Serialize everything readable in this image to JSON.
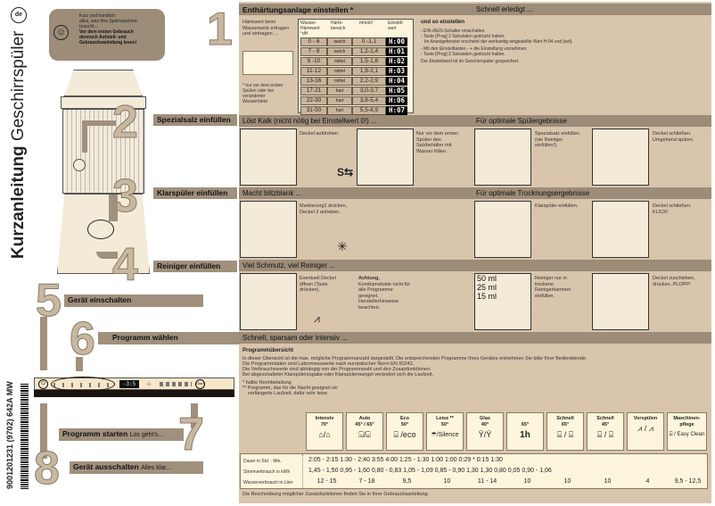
{
  "doc": {
    "lang_badge": "de",
    "vertical_title_bold": "Kurzanleitung",
    "vertical_title_normal": "Geschirrspüler",
    "barcode_text": "9001201231 (9702) 642A MW"
  },
  "intro": {
    "line1": "Kurz und handlich:",
    "line2": "alles, was Ihre Spülmaschine",
    "line3": "braucht...",
    "bold1": "Vor dem ersten Gebrauch",
    "bold2": "dennoch Aufstell- und",
    "bold3": "Gebrauchsanleitung lesen!",
    "icon": "smiley-icon"
  },
  "steps": {
    "s1": {
      "num": "1",
      "title": "Enthärtungsanlage einstellen *",
      "subtitle": "Schnell erledigt ..."
    },
    "s2": {
      "num": "2",
      "title": "Spezialsalz einfüllen",
      "subtitle": "Löst Kalk (nicht nötig bei Einstellwert 0!) ...",
      "subtitle2": "Für optimale Spülergebnisse"
    },
    "s3": {
      "num": "3",
      "title": "Klarspüler einfüllen",
      "subtitle": "Macht blitzblank ...",
      "subtitle2": "Für optimale Trocknungsergebnisse"
    },
    "s4": {
      "num": "4",
      "title": "Reiniger einfüllen",
      "subtitle": "Viel Schmutz, viel Reiniger ..."
    },
    "s5": {
      "num": "5",
      "title": "Gerät einschalten"
    },
    "s6": {
      "num": "6",
      "title": "Programm wählen",
      "subtitle": "Schnell, sparsam oder intensiv ..."
    },
    "s7": {
      "num": "7",
      "title": "Programm starten",
      "sub": "Los geht's..."
    },
    "s8": {
      "num": "8",
      "title": "Gerät ausschalten",
      "sub": "Alles klar..."
    }
  },
  "hardness": {
    "left_text1": "Härtewert beim",
    "left_text2": "Wasserwerk erfragen",
    "left_text3": "und eintragen ...",
    "note1": "* nur vor dem ersten",
    "note2": "Spülen oder bei",
    "note3": "veränderter",
    "note4": "Wasserhärte",
    "headers": [
      "Wasser-Härtewert °dH",
      "Härte-bereich",
      "mmol/l",
      "Einstell-wert"
    ],
    "rows": [
      {
        "dh": "0 - 6",
        "range": "weich",
        "mmol": "0 -1,1",
        "set": "H:00"
      },
      {
        "dh": "7 - 8",
        "range": "weich",
        "mmol": "1,2-1,4",
        "set": "H:01"
      },
      {
        "dh": "9 -10",
        "range": "mittel",
        "mmol": "1,5-1,8",
        "set": "H:02"
      },
      {
        "dh": "11-12",
        "range": "mittel",
        "mmol": "1,9-2,1",
        "set": "H:03"
      },
      {
        "dh": "13-16",
        "range": "mittel",
        "mmol": "2,2-2,9",
        "set": "H:04"
      },
      {
        "dh": "17-21",
        "range": "hart",
        "mmol": "3,0-3,7",
        "set": "H:05"
      },
      {
        "dh": "22-30",
        "range": "hart",
        "mmol": "3,8-5,4",
        "set": "H:06"
      },
      {
        "dh": "31-50",
        "range": "hart",
        "mmol": "5,5-8,9",
        "set": "H:07"
      }
    ],
    "how_title": "und so einstellen",
    "how_lines": [
      "- EIN-/AUS-Schalter einschalten.",
      "- Taste [Prog] 3 Sekunden gedrückt halten.",
      "  Im Anzeigefenster erscheint der werkseitig eingestellte Wert H:04 und [set].",
      "- Mit den Einstelltasten - + die Einstellung vornehmen.",
      "- Taste [Prog] 3 Sekunden gedrückt halten.",
      "Der Einstellwert ist im Geschirrspüler gespeichert."
    ]
  },
  "salt": {
    "t1": "Deckel aufdrehen.",
    "t2": "Nur vor dem ersten Spülen den Salzbehälter mit Wasser füllen.",
    "t3": "Spezialsalz einfüllen (nie Reiniger einfüllen!).",
    "t4": "Deckel schließen. Umgehend spülen.",
    "symbol": "S⇆"
  },
  "rinse": {
    "t1": "Markierung1 drücken, Deckel 2 anheben.",
    "t2": "Klarspüler einfüllen.",
    "t3": "Deckel schließen. KLICK!",
    "symbol": "✳"
  },
  "detergent": {
    "t1": "Eventuell Deckel öffnen (Taste drücken).",
    "t2_bold": "Achtung,",
    "t2": "Kombiprodukte nicht für alle Programme geeignet, Herstellerhinweise beachten.",
    "ml": [
      "50 ml",
      "25 ml",
      "15 ml"
    ],
    "t3": "Reiniger nur in trockene Reinigerkammer einfüllen.",
    "t4": "Deckel zuschieben, drücken. PLOPP!",
    "symbol": "⩘"
  },
  "overview": {
    "title": "Programmübersicht",
    "lines": [
      "In dieser Übersicht ist die max. mögliche Programmanzahl dargestellt. Die entsprechenden Programme Ihres Gerätes entnehmen Sie bitte Ihrer Bedienblende.",
      "Die Programmdaten sind Labormesswerte nach europäischer Norm EN 50242.",
      "Die Verbrauchswerte sind abhängig von der Programmwahl und den Zusatzfunktionen.",
      "Bei abgeschalteter Klarspülerzugabe oder Klarspülermangel verändert sich die Laufzeit."
    ],
    "note1": "*  halbe Normbeladung",
    "note2": "** Programm, das für die Nacht geeignet ist:",
    "note3": "    verlängerte Laufzeit, dafür sehr leise.",
    "footer": "Die Beschreibung möglicher Zusatzfunktionen finden Sie in Ihrer Gebrauchsanleitung."
  },
  "programs": [
    {
      "name": "Intensiv",
      "temp": "70°",
      "icon": "⌂/⌂"
    },
    {
      "name": "Auto",
      "temp": "45° / 65°",
      "icon": "⌺/⌸"
    },
    {
      "name": "Eco",
      "temp": "50°",
      "icon": "⌸ /eco"
    },
    {
      "name": "Leise **",
      "temp": "50°",
      "icon": "☂/Silence"
    },
    {
      "name": "Glas",
      "temp": "40°",
      "icon": "Ÿ/Ÿ"
    },
    {
      "name": "",
      "temp": "65°",
      "icon": "1h"
    },
    {
      "name": "Schnell",
      "temp": "65°",
      "icon": "⌸ / ⌸"
    },
    {
      "name": "Schnell",
      "temp": "45°",
      "icon": "⌸ / ⌸"
    },
    {
      "name": "Vorspülen",
      "temp": "",
      "icon": "⩘ / ⩘"
    },
    {
      "name": "Maschinen-pflege",
      "temp": "",
      "icon": "⌸ / Easy Clean"
    }
  ],
  "data_table": {
    "row_labels": [
      "Dauer in Std. : Min.",
      "Stromverbrauch in kWh",
      "Wasserverbrauch in Liter"
    ],
    "duration": "2:05 - 2:15 1:30 - 2:40 3:55 4:00 1:25 - 1:30 1:00 1:00 0:29 * 0:15 1:30",
    "energy": "1,45 - 1,50 0,95 - 1,60 0,80 - 0,83 1,05 - 1,09 0,85 - 0,90 1,30 1,30 0,80 0,05 0,90 - 1,06",
    "water": [
      "12 - 15",
      "7 - 18",
      "9,5",
      "10",
      "11 - 14",
      "10",
      "10",
      "10",
      "4",
      "9,5 - 12,5"
    ]
  },
  "control_panel": {
    "display": "-3:5",
    "display_dots": "-0-"
  },
  "colors": {
    "panel": "#d9c4ac",
    "header": "#9c8c78",
    "number": "#c8b8a0",
    "illustration_bg": "#f4ead8",
    "table_bg": "#fdf6dc"
  }
}
